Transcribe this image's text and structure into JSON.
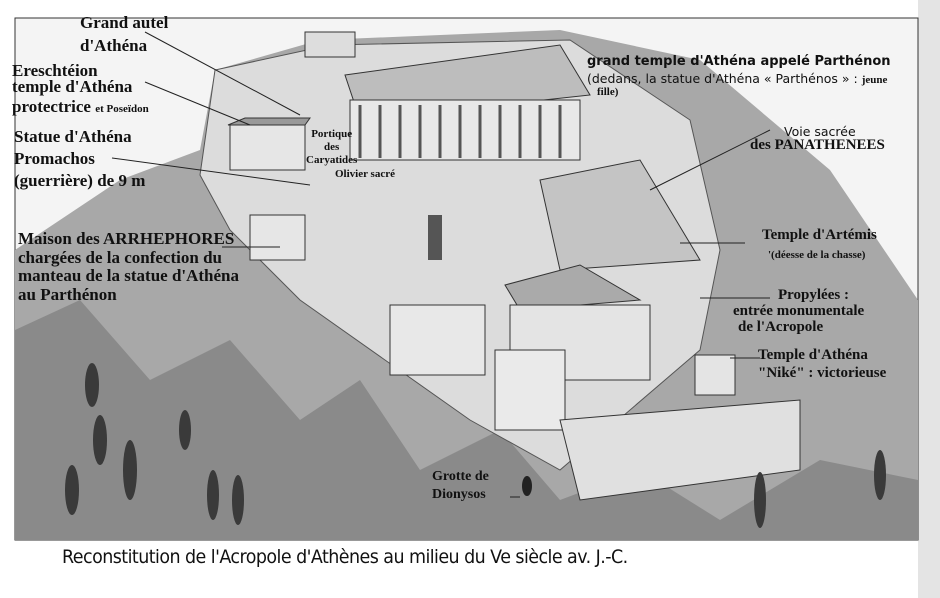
{
  "labels": {
    "grand_autel": [
      "Grand autel",
      "d'Athéna"
    ],
    "erechtheion": [
      "Ereschtéion",
      "temple d'Athéna",
      "protectrice",
      "et Poseïdon"
    ],
    "promachos": [
      "Statue d'Athéna",
      "Promachos",
      "(guerrière) de 9 m"
    ],
    "caryatides": [
      "Portique",
      "des",
      "Caryatides"
    ],
    "olivier": "Olivier sacré",
    "arrhephores": [
      "Maison des ARRHEPHORES",
      "chargées de la confection du",
      "manteau de la statue d'Athéna",
      "au Parthénon"
    ],
    "parthenon": [
      "grand temple d'Athéna appelé Parthénon",
      "(dedans, la statue d'Athéna « Parthénos » :",
      "jeune",
      "fille)"
    ],
    "voie_sacree": [
      "Voie sacrée",
      "des PANATHENEES"
    ],
    "artemis": [
      "Temple d'Artémis",
      "'(déesse de la chasse)"
    ],
    "propylees": [
      "Propylées :",
      "entrée monumentale",
      "de l'Acropole"
    ],
    "nike": [
      "Temple d'Athéna",
      "\"Niké\" : victorieuse"
    ],
    "grotte": [
      "Grotte de",
      "Dionysos"
    ]
  },
  "caption": "Reconstitution de l'Acropole d'Athènes au milieu du Ve siècle av. J.-C.",
  "colors": {
    "ink": "#111111",
    "rock": "#9a9a9a",
    "plateau": "#d9d9d9",
    "tree": "#3a3a3a"
  }
}
